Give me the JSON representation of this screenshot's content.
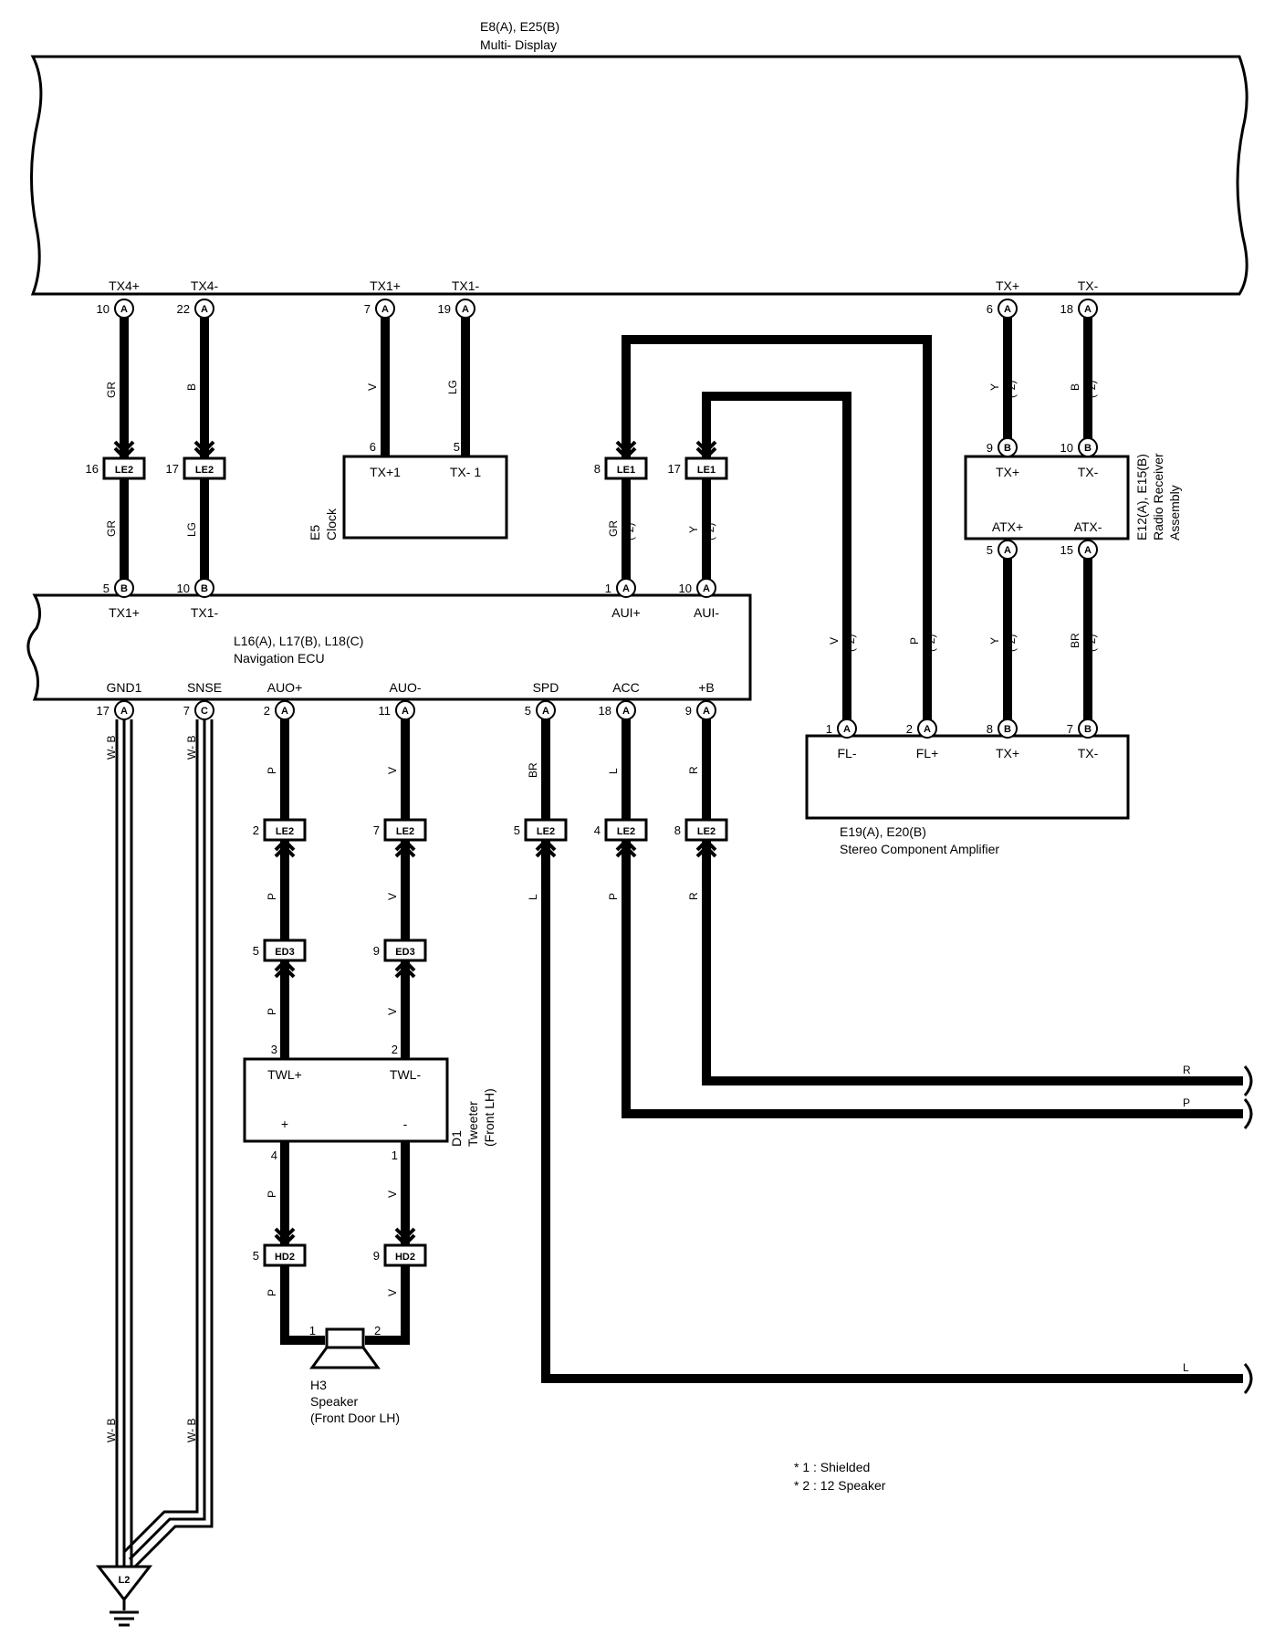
{
  "colors": {
    "ink": "#000000",
    "background": "#ffffff"
  },
  "components": {
    "multi_display": {
      "code": "E8(A), E25(B)",
      "name": "Multi- Display",
      "pins": [
        "TX4+",
        "TX4-",
        "TX1+",
        "TX1-",
        "TX+",
        "TX-"
      ]
    },
    "nav_ecu": {
      "code": "L16(A), L17(B), L18(C)",
      "name": "Navigation ECU",
      "top_pins": [
        "TX1+",
        "TX1-",
        "AUI+",
        "AUI-"
      ],
      "bottom_pins": [
        "GND1",
        "SNSE",
        "AUO+",
        "AUO-",
        "SPD",
        "ACC",
        "+B"
      ]
    },
    "clock": {
      "code": "E5",
      "name": "Clock",
      "pins": [
        "TX+1",
        "TX- 1"
      ]
    },
    "radio": {
      "code": "E12(A), E15(B)",
      "name": "Radio Receiver",
      "name2": "Assembly",
      "pins": [
        "TX+",
        "TX-",
        "ATX+",
        "ATX-"
      ]
    },
    "amp": {
      "code": "E19(A), E20(B)",
      "name": "Stereo Component Amplifier",
      "pins": [
        "FL-",
        "FL+",
        "TX+",
        "TX-"
      ]
    },
    "tweeter": {
      "code": "D1",
      "name": "Tweeter",
      "name2": "(Front LH)",
      "pins": [
        "TWL+",
        "TWL-",
        "+",
        "-"
      ]
    },
    "speaker": {
      "code": "H3",
      "name": "Speaker",
      "name2": "(Front Door LH)"
    },
    "ground": {
      "code": "L2"
    }
  },
  "connectors": {
    "le2": "LE2",
    "le1": "LE1",
    "ed3": "ED3",
    "hd2": "HD2"
  },
  "letters": {
    "a": "A",
    "b": "B",
    "c": "C"
  },
  "pins": {
    "p1": "1",
    "p2": "2",
    "p3": "3",
    "p4": "4",
    "p5": "5",
    "p6": "6",
    "p7": "7",
    "p8": "8",
    "p9": "9",
    "p10": "10",
    "p11": "11",
    "p15": "15",
    "p16": "16",
    "p17": "17",
    "p18": "18",
    "p19": "19",
    "p22": "22"
  },
  "wire_colors": {
    "gr": "GR",
    "b": "B",
    "lg": "LG",
    "v": "V",
    "y": "Y",
    "p": "P",
    "br": "BR",
    "l": "L",
    "r": "R",
    "wb": "W- B",
    "shield2": "(*2)"
  },
  "notes": {
    "n1": "* 1 : Shielded",
    "n2": "* 2 : 12 Speaker"
  }
}
